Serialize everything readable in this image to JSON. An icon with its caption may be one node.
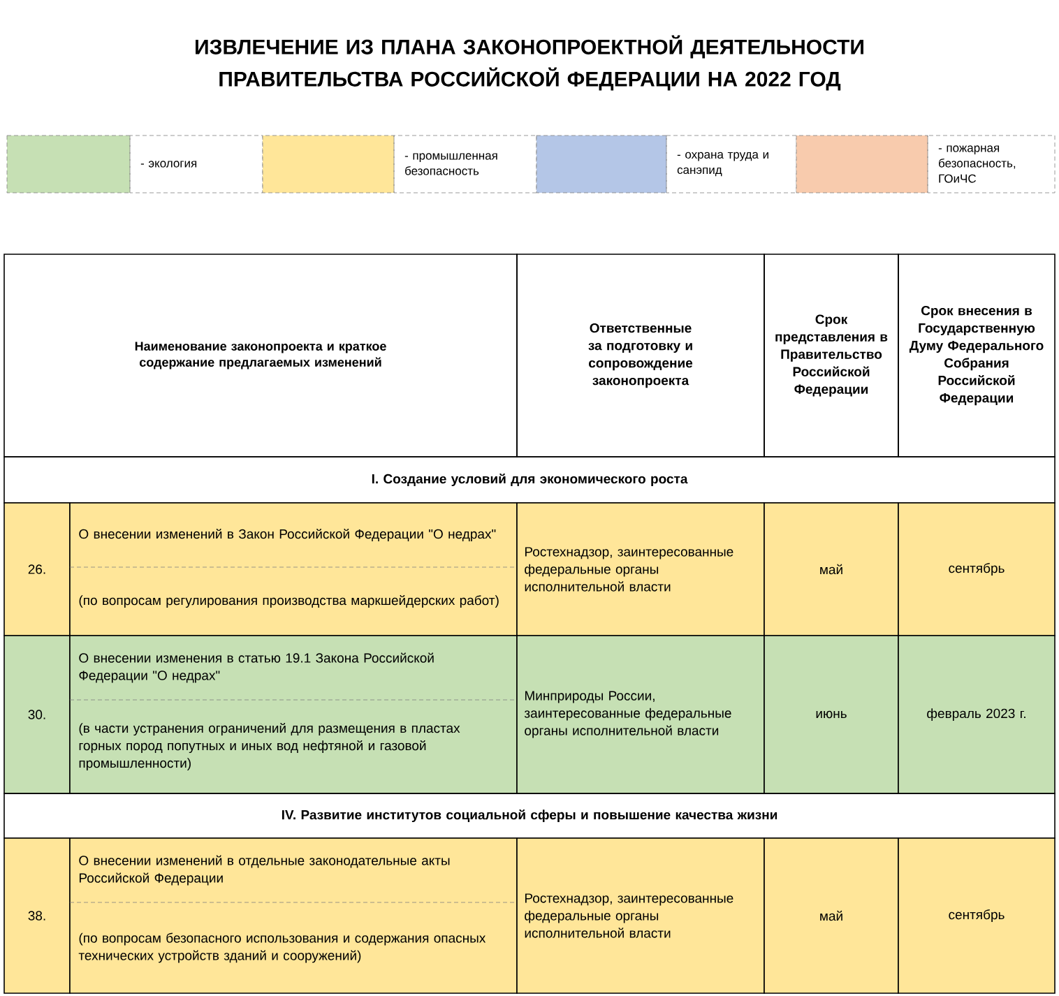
{
  "diagram": {
    "title": "ИЗВЛЕЧЕНИЕ ИЗ ПЛАНА ЗАКОНОПРОЕКТНОЙ ДЕЯТЕЛЬНОСТИ ПРАВИТЕЛЬСТВА РОССИЙСКОЙ ФЕДЕРАЦИИ НА 2022 ГОД",
    "legend": [
      {
        "text": "- экология",
        "color": "#c6e0b4"
      },
      {
        "text": "- промышленная безопасность",
        "color": "#ffe699"
      },
      {
        "text": "- охрана труда и санэпид",
        "color": "#b4c6e7"
      },
      {
        "text": "- пожарная безопасность, ГОиЧС",
        "color": "#f8cbad"
      }
    ],
    "labels": [
      "Наименование законопроекта и краткое содержание предлагаемых изменений",
      "Ответственные за подготовку и сопровождение законопроекта",
      "Срок представления в Правительство Российской Федерации",
      "Срок внесения в Государственную Думу Федерального Собрания Российской Федерации",
      "I. Создание условий для экономического роста",
      "26.",
      "О внесении изменений в Закон Российской Федерации \"О недрах\"",
      "(по вопросам регулирования производства маркшейдерских работ)",
      "Ростехнадзор, заинтересованные федеральные органы исполнительной власти",
      "май",
      "сентябрь",
      "30.",
      "О внесении изменения в статью 19.1 Закона Российской Федерации \"О недрах\"",
      "(в части устранения ограничений для размещения в пластах горных пород попутных и иных вод нефтяной и газовой промышленности)",
      "Минприроды России, заинтересованные федеральные органы исполнительной власти",
      "июнь",
      "февраль 2023 г.",
      "IV. Развитие институтов социальной сферы и повышение качества жизни",
      "38.",
      "О внесении изменений в отдельные законодательные акты Российской Федерации",
      "(по вопросам безопасного использования и содержания опасных технических устройств зданий и сооружений)",
      "Ростехнадзор, заинтересованные федеральные органы исполнительной власти",
      "май",
      "сентябрь"
    ]
  }
}
